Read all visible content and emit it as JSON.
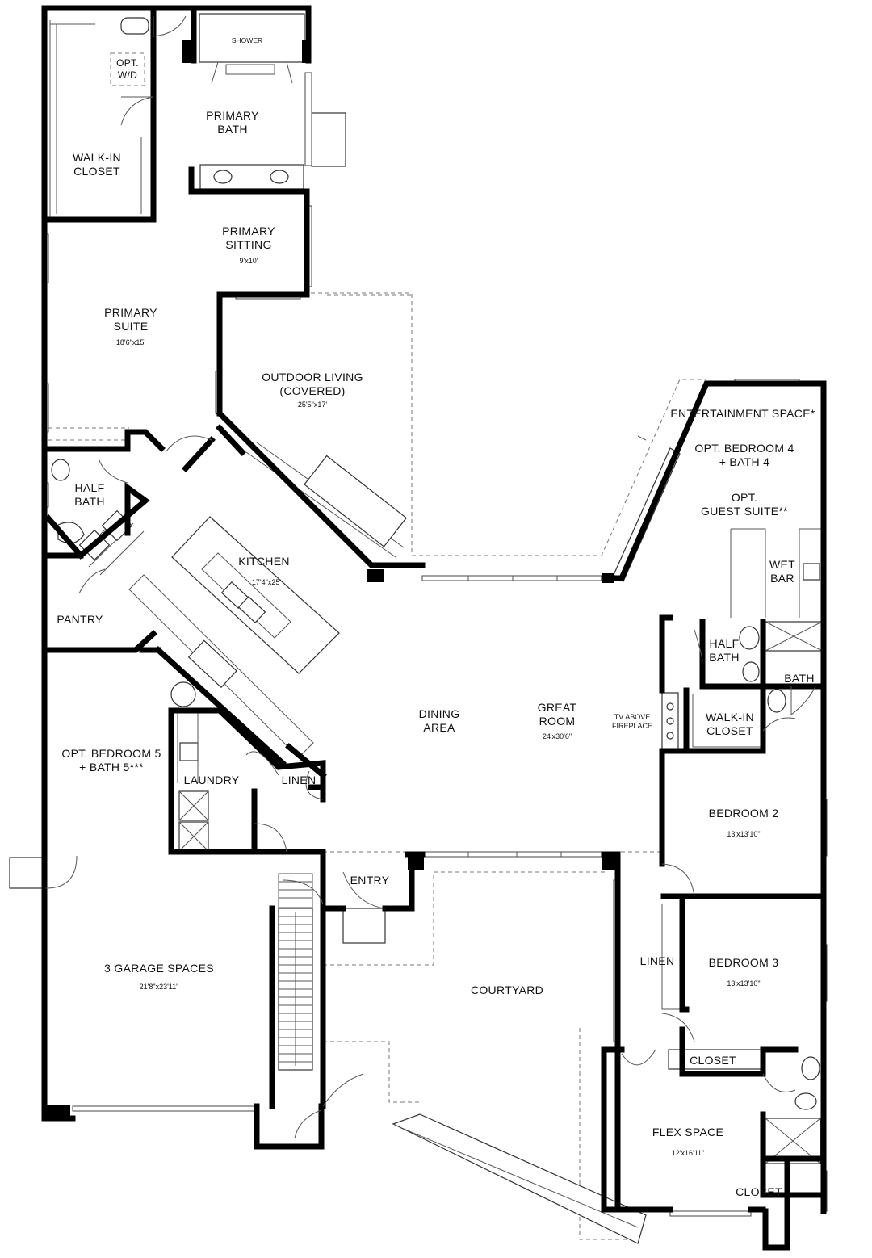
{
  "rooms": {
    "shower": "SHOWER",
    "opt_wd": [
      "OPT.",
      "W/D"
    ],
    "primary_bath": [
      "PRIMARY",
      "BATH"
    ],
    "walkin_closet_primary": [
      "WALK-IN",
      "CLOSET"
    ],
    "primary_sitting": [
      "PRIMARY",
      "SITTING"
    ],
    "primary_sitting_dim": "9'x10'",
    "primary_suite": [
      "PRIMARY",
      "SUITE"
    ],
    "primary_suite_dim": "18'6\"x15'",
    "outdoor_living": [
      "OUTDOOR LIVING",
      "(COVERED)"
    ],
    "outdoor_living_dim": "25'5\"x17'",
    "entertainment": "ENTERTAINMENT SPACE*",
    "opt_bedroom4": [
      "OPT. BEDROOM 4",
      "+ BATH 4"
    ],
    "opt_guest": [
      "OPT.",
      "GUEST SUITE**"
    ],
    "wet_bar": [
      "WET",
      "BAR"
    ],
    "half_bath_left": [
      "HALF",
      "BATH"
    ],
    "kitchen": "KITCHEN",
    "kitchen_dim": "17'4\"x25'",
    "pantry": "PANTRY",
    "half_bath_right": [
      "HALF",
      "BATH"
    ],
    "bath": "BATH",
    "dining": [
      "DINING",
      "AREA"
    ],
    "great_room": [
      "GREAT",
      "ROOM"
    ],
    "great_room_dim": "24'x30'6\"",
    "tv_fireplace": [
      "TV ABOVE",
      "FIREPLACE"
    ],
    "walkin_closet_right": [
      "WALK-IN",
      "CLOSET"
    ],
    "opt_bedroom5": [
      "OPT. BEDROOM 5",
      "+ BATH 5***"
    ],
    "laundry": "LAUNDRY",
    "linen_center": "LINEN",
    "bedroom2": "BEDROOM 2",
    "bedroom2_dim": "13'x13'10\"",
    "entry": "ENTRY",
    "linen_right": "LINEN",
    "bedroom3": "BEDROOM 3",
    "bedroom3_dim": "13'x13'10\"",
    "garage": "3 GARAGE SPACES",
    "garage_dim": "21'8\"x23'11\"",
    "courtyard": "COURTYARD",
    "closet_mid": "CLOSET",
    "flex": "FLEX SPACE",
    "flex_dim": "12'x16'11\"",
    "closet_bottom": "CLOSET"
  }
}
